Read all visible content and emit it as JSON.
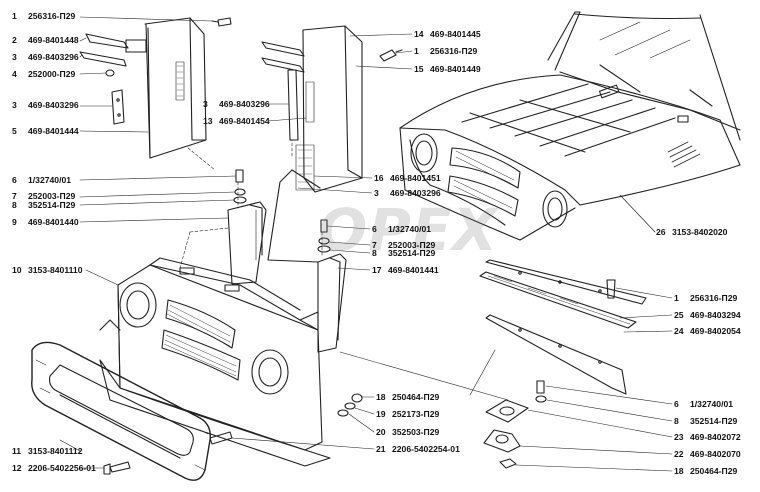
{
  "watermark": "OPEX",
  "callouts": [
    {
      "num": "1",
      "code": "256316-П29"
    },
    {
      "num": "2",
      "code": "469-8401448"
    },
    {
      "num": "3",
      "code": "469-8403296"
    },
    {
      "num": "4",
      "code": "252000-П29"
    },
    {
      "num": "3",
      "code": "469-8403296"
    },
    {
      "num": "5",
      "code": "469-8401444"
    },
    {
      "num": "6",
      "code": "1/32740/01"
    },
    {
      "num": "7",
      "code": "252003-П29"
    },
    {
      "num": "8",
      "code": "352514-П29"
    },
    {
      "num": "9",
      "code": "469-8401440"
    },
    {
      "num": "10",
      "code": "3153-8401110"
    },
    {
      "num": "11",
      "code": "3153-8401112"
    },
    {
      "num": "12",
      "code": "2206-5402256-01"
    },
    {
      "num": "14",
      "code": "469-8401445"
    },
    {
      "num": "1",
      "code": "256316-П29"
    },
    {
      "num": "15",
      "code": "469-8401449"
    },
    {
      "num": "3",
      "code": "469-8403296"
    },
    {
      "num": "13",
      "code": "469-8401454"
    },
    {
      "num": "16",
      "code": "469-8401451"
    },
    {
      "num": "3",
      "code": "469-8403296"
    },
    {
      "num": "6",
      "code": "1/32740/01"
    },
    {
      "num": "7",
      "code": "252003-П29"
    },
    {
      "num": "8",
      "code": "352514-П29"
    },
    {
      "num": "17",
      "code": "469-8401441"
    },
    {
      "num": "26",
      "code": "3153-8402020"
    },
    {
      "num": "1",
      "code": "256316-П29"
    },
    {
      "num": "25",
      "code": "469-8403294"
    },
    {
      "num": "24",
      "code": "469-8402054"
    },
    {
      "num": "18",
      "code": "250464-П29"
    },
    {
      "num": "19",
      "code": "252173-П29"
    },
    {
      "num": "20",
      "code": "352503-П29"
    },
    {
      "num": "21",
      "code": "2206-5402254-01"
    },
    {
      "num": "6",
      "code": "1/32740/01"
    },
    {
      "num": "8",
      "code": "352514-П29"
    },
    {
      "num": "23",
      "code": "469-8402072"
    },
    {
      "num": "22",
      "code": "469-8402070"
    },
    {
      "num": "18",
      "code": "250464-П29"
    }
  ]
}
